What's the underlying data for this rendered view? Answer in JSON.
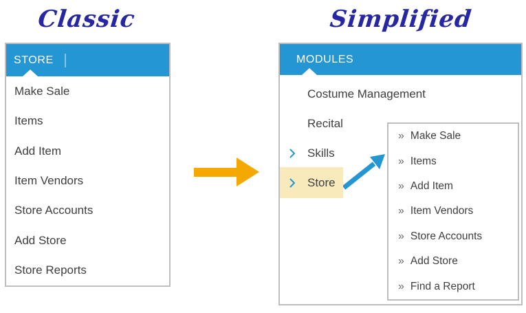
{
  "titles": {
    "classic": "Classic",
    "simplified": "Simplified"
  },
  "classic_panel": {
    "header": "STORE",
    "items": [
      "Make Sale",
      "Items",
      "Add Item",
      "Item Vendors",
      "Store Accounts",
      "Add Store",
      "Store Reports"
    ]
  },
  "simplified_panel": {
    "header": "MODULES",
    "items": [
      {
        "label": "Costume Management",
        "expandable": false
      },
      {
        "label": "Recital",
        "expandable": false
      },
      {
        "label": "Skills",
        "expandable": true
      },
      {
        "label": "Store",
        "expandable": true,
        "highlighted": true
      }
    ]
  },
  "store_flyout": {
    "items": [
      "Make Sale",
      "Items",
      "Add Item",
      "Item Vendors",
      "Store Accounts",
      "Add Store",
      "Find a Report"
    ]
  },
  "icons": {
    "double_chevron": "»"
  },
  "colors": {
    "header-blue": "#2496d4",
    "chevron-blue": "#2496d4",
    "highlight-yellow": "#f9eabb",
    "arrow-orange": "#f6a802",
    "title-ink": "#2727a4",
    "item-text": "#3e3e3e",
    "panel-border": "#bdbdbd"
  }
}
